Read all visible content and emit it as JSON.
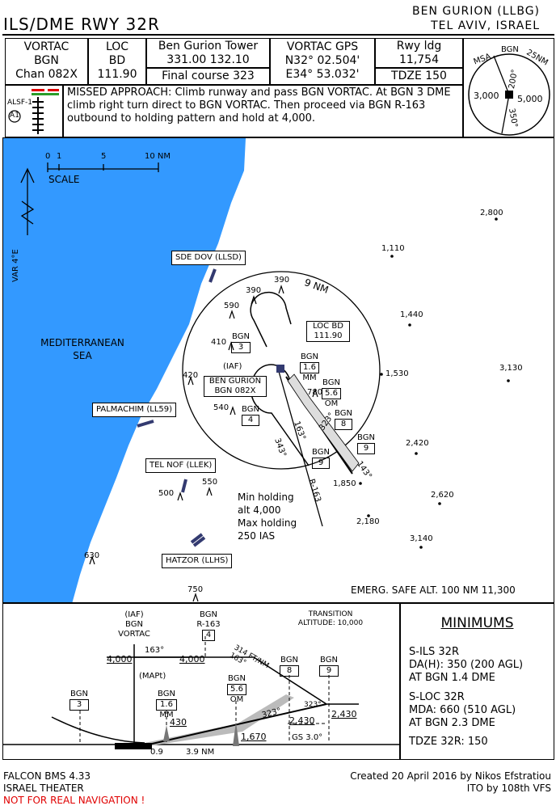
{
  "header": {
    "chart_title": "ILS/DME RWY 32R",
    "airport": "BEN GURION (LLBG)",
    "city": "TEL AVIV, ISRAEL"
  },
  "info_boxes": {
    "vortac": [
      "VORTAC",
      "BGN",
      "Chan 082X"
    ],
    "loc": [
      "LOC",
      "BD",
      "111.90"
    ],
    "tower": [
      "Ben Gurion Tower",
      "331.00 132.10"
    ],
    "final_course": "Final course 323",
    "vortac_gps": [
      "VORTAC GPS",
      "N32° 02.504'",
      "E34° 53.032'"
    ],
    "rwy": [
      "Rwy ldg",
      "11,754"
    ],
    "tdze": "TDZE 150"
  },
  "msa": {
    "msa": "MSA",
    "bgn": "BGN",
    "nm": "25NM",
    "w": "3,000",
    "e": "5,000",
    "b200": "200°",
    "b350": "350°"
  },
  "lights": {
    "alsf": "ALSF-1",
    "a1": "A1"
  },
  "missed_approach": "MISSED APPROACH: Climb runway and pass BGN VORTAC. At BGN 3 DME climb right turn direct to BGN VORTAC. Then proceed via BGN R-163 outbound to holding pattern and hold at 4,000.",
  "plan": {
    "scale": {
      "n0": "0",
      "n1": "1",
      "n5": "5",
      "n10": "10 NM",
      "label": "SCALE"
    },
    "var": "VAR 4°E",
    "sea": [
      "MEDITERRANEAN",
      "SEA"
    ],
    "airfields": [
      "SDE DOV (LLSD)",
      "PALMACHIM (LL59)",
      "TEL NOF (LLEK)",
      "HATZOR (LLHS)"
    ],
    "ring_label": "9 NM",
    "loc_box": [
      "LOC BD",
      "111.90"
    ],
    "iaf": "(IAF)",
    "vortac_box": [
      "BEN GURION",
      "BGN 082X"
    ],
    "fixes": [
      {
        "top": "BGN",
        "val": "3"
      },
      {
        "top": "BGN",
        "val": "1.6",
        "sub": "MM"
      },
      {
        "top": "BGN",
        "val": "5.6",
        "sub": "OM"
      },
      {
        "top": "BGN",
        "val": "8"
      },
      {
        "top": "BGN",
        "val": "4"
      },
      {
        "top": "BGN",
        "val": "9"
      },
      {
        "top": "BGN",
        "val": "9"
      }
    ],
    "obstacles": [
      "390",
      "390",
      "590",
      "410",
      "420",
      "540",
      "780",
      "500",
      "550",
      "630",
      "750"
    ],
    "spot_heights": [
      "2,800",
      "1,110",
      "1,440",
      "1,530",
      "3,130",
      "2,420",
      "1,850",
      "2,620",
      "2,180",
      "3,140"
    ],
    "courses": [
      "323°",
      "163°",
      "343°",
      "143°",
      "R-163"
    ],
    "holding": [
      "Min holding",
      "alt 4,000",
      "Max holding",
      "250 IAS"
    ],
    "emerg": "EMERG. SAFE ALT. 100 NM 11,300"
  },
  "profile": {
    "iaf": [
      "(IAF)",
      "BGN",
      "VORTAC"
    ],
    "bgn_r163": [
      "BGN",
      "R-163",
      "4"
    ],
    "transition": [
      "TRANSITION",
      "ALTITUDE: 10,000"
    ],
    "crs163": "163°",
    "alt4000a": "4,000",
    "alt4000b": "4,000",
    "descent": [
      "314 FT/NM",
      "163°"
    ],
    "mapt": "(MAPt)",
    "bgn3": [
      "BGN",
      "3"
    ],
    "bgn16": [
      "BGN",
      "1.6",
      "MM"
    ],
    "bgn56": [
      "BGN",
      "5.6",
      "OM"
    ],
    "bgn8": [
      "BGN",
      "8"
    ],
    "bgn9": [
      "BGN",
      "9"
    ],
    "alt430": "430",
    "alt1670": "1,670",
    "alt2430a": "2,430",
    "alt2430b": "2,430",
    "crs323": "323°",
    "crs323b": "323°",
    "gs": "GS 3.0°",
    "dist09": "0.9",
    "dist39": "3.9 NM"
  },
  "minimums": {
    "title": "MINIMUMS",
    "ils": [
      "S-ILS 32R",
      "DA(H): 350 (200 AGL)",
      "AT BGN 1.4 DME"
    ],
    "loc": [
      "S-LOC 32R",
      "MDA: 660 (510 AGL)",
      "AT BGN 2.3 DME"
    ],
    "tdze": "TDZE 32R: 150"
  },
  "footer": {
    "l1": "FALCON BMS 4.33",
    "l2": "ISRAEL THEATER",
    "l3": "NOT FOR REAL NAVIGATION !",
    "r1": "Created 20 April 2016 by Nikos Efstratiou",
    "r2": "ITO by 108th VFS"
  },
  "colors": {
    "sea": "#3399ff",
    "warning": "#e00000",
    "airfield": "#333a70"
  }
}
